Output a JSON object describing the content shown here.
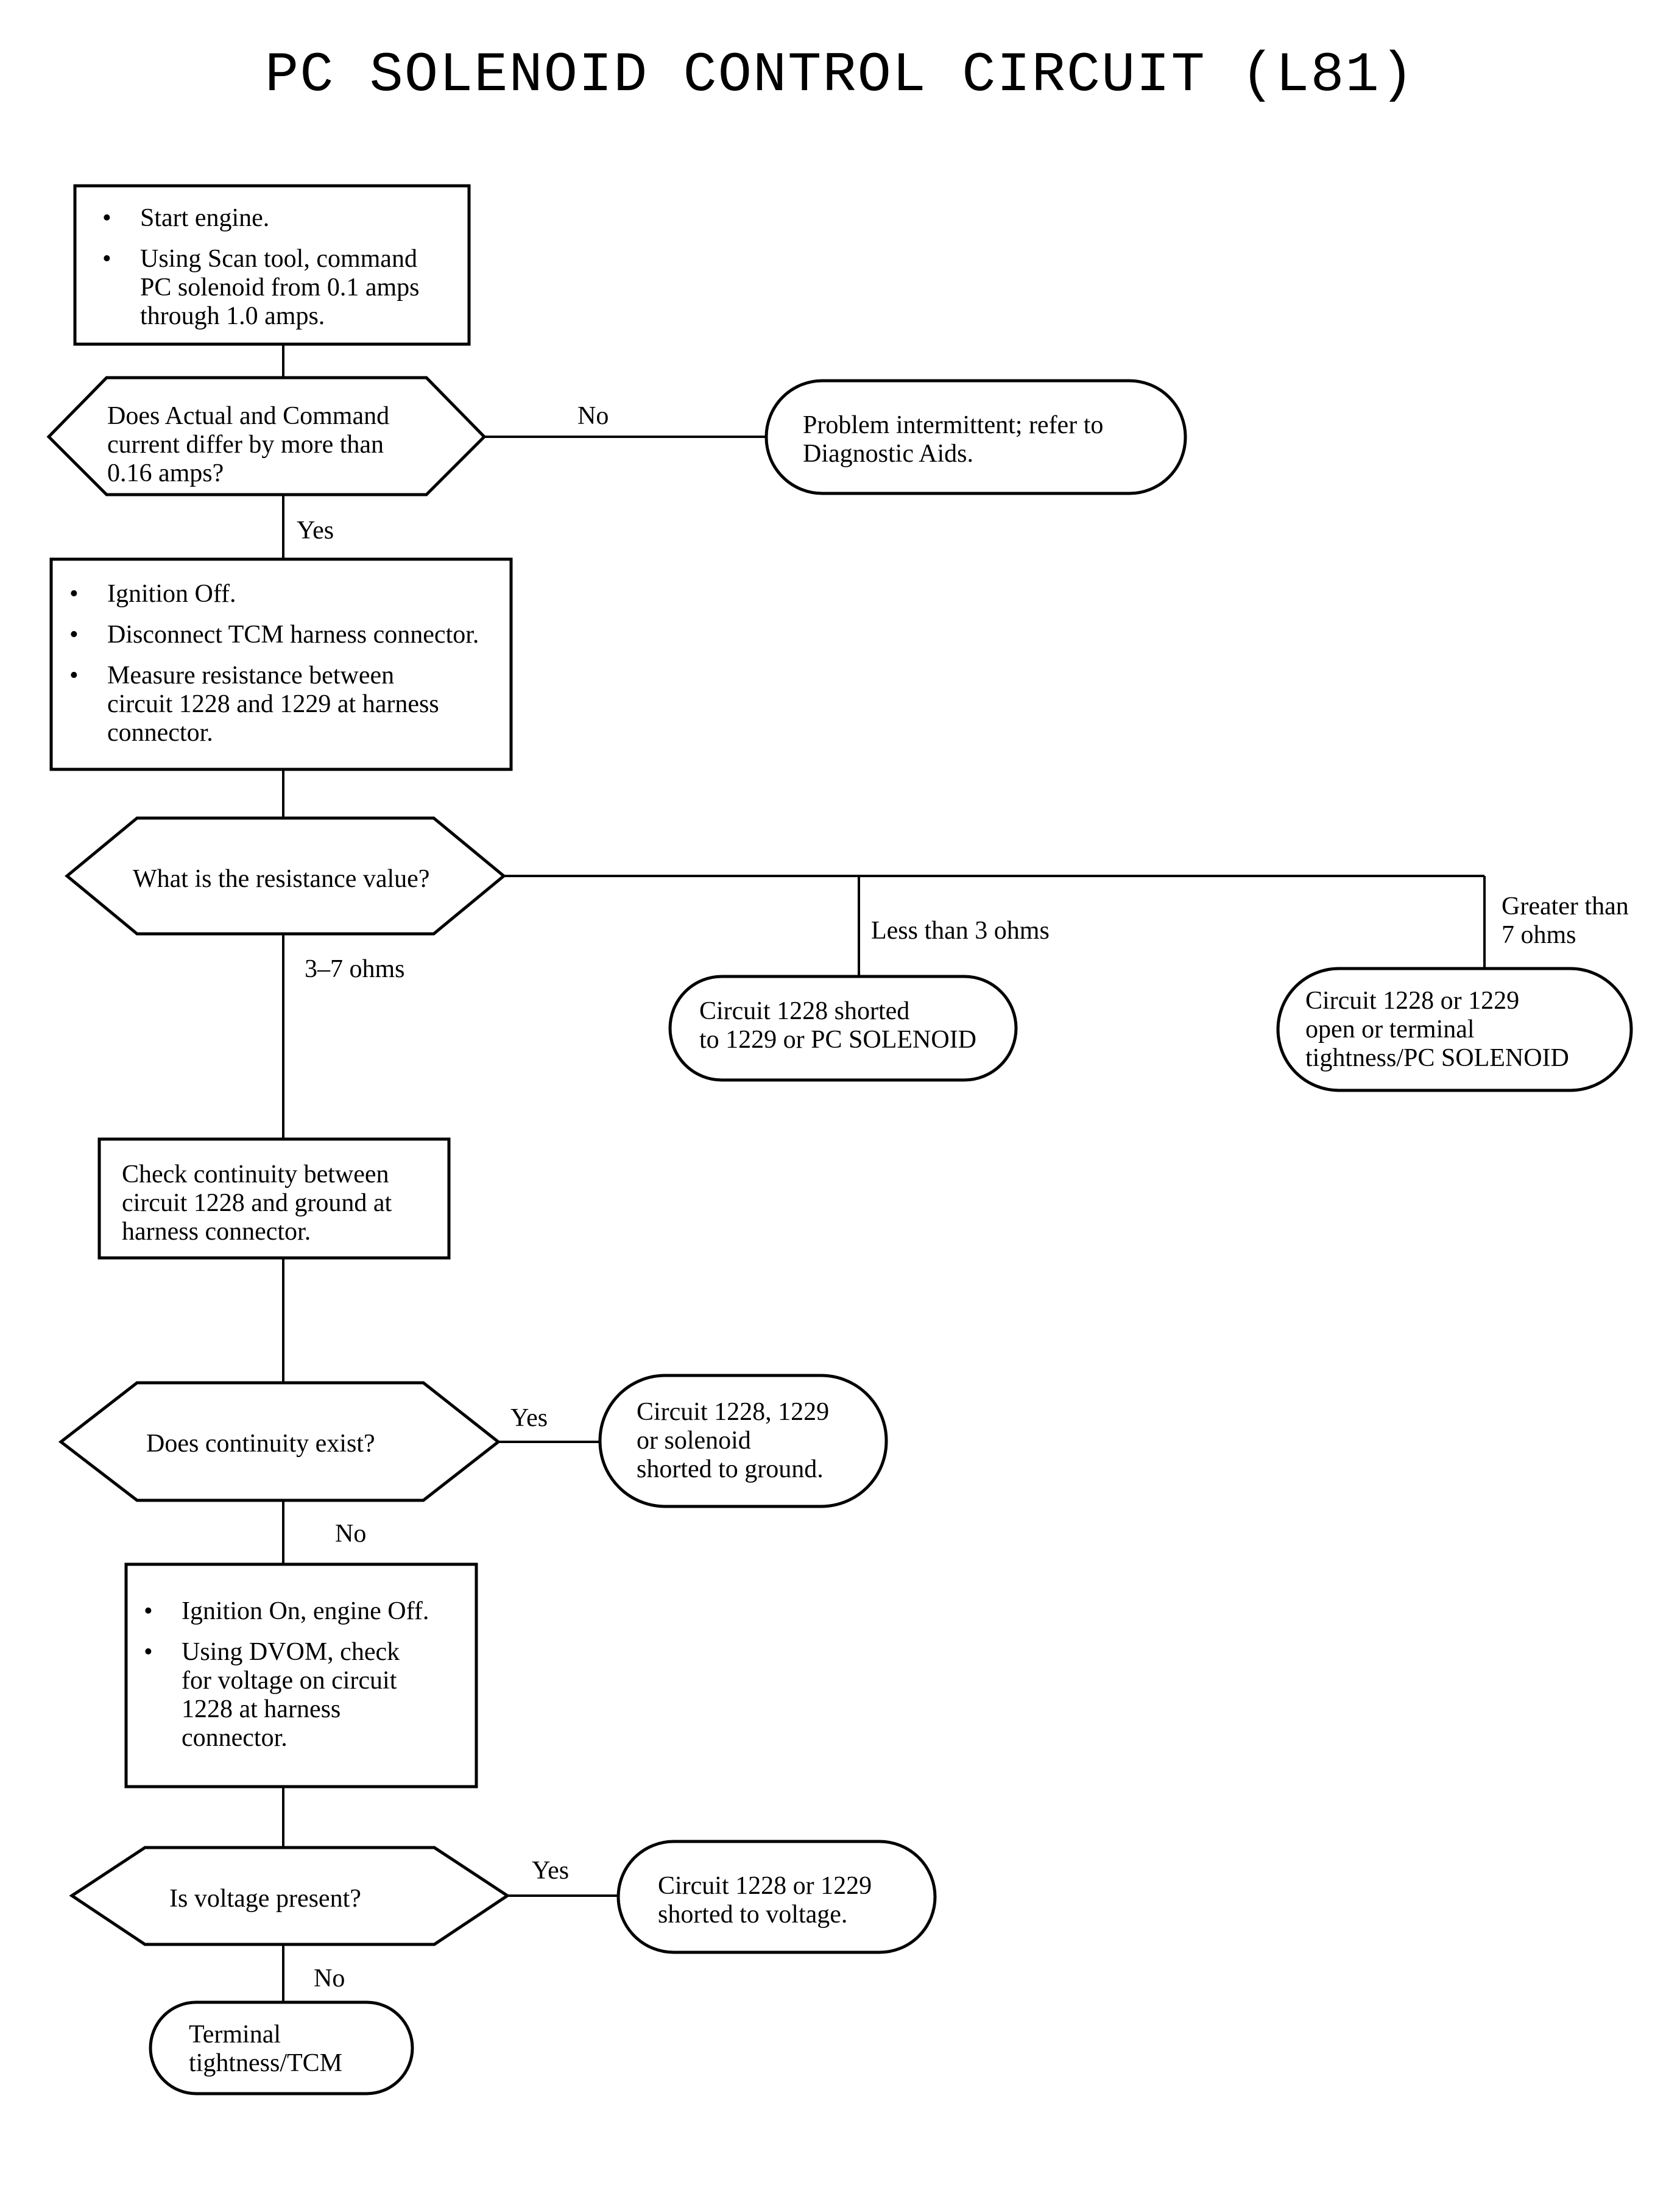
{
  "title": "PC SOLENOID CONTROL CIRCUIT (L81)",
  "steps": {
    "step1": {
      "bullets": [
        [
          "Start engine."
        ],
        [
          "Using Scan tool, command",
          "PC solenoid from 0.1 amps",
          "through 1.0 amps."
        ]
      ]
    },
    "q1": {
      "lines": [
        "Does Actual and Command",
        "current differ by more than",
        "0.16 amps?"
      ]
    },
    "q1_no_result": {
      "lines": [
        "Problem intermittent; refer to",
        "Diagnostic Aids."
      ]
    },
    "step2": {
      "bullets": [
        [
          "Ignition Off."
        ],
        [
          "Disconnect TCM harness connector."
        ],
        [
          "Measure resistance between",
          "circuit 1228 and 1229 at harness",
          "connector."
        ]
      ]
    },
    "q2": {
      "lines": [
        "What is the resistance value?"
      ]
    },
    "q2_low_result": {
      "lines": [
        "Circuit 1228 shorted",
        "to 1229 or PC SOLENOID"
      ]
    },
    "q2_high_result": {
      "lines": [
        "Circuit 1228 or 1229",
        "open or terminal",
        "tightness/PC SOLENOID"
      ]
    },
    "step3": {
      "lines": [
        "Check continuity between",
        "circuit 1228 and ground at",
        "harness connector."
      ]
    },
    "q3": {
      "lines": [
        "Does continuity exist?"
      ]
    },
    "q3_yes_result": {
      "lines": [
        "Circuit 1228, 1229",
        "or solenoid",
        "shorted to ground."
      ]
    },
    "step4": {
      "bullets": [
        [
          "Ignition On, engine  Off."
        ],
        [
          "Using DVOM, check",
          "for voltage on circuit",
          "1228 at harness",
          "connector."
        ]
      ]
    },
    "q4": {
      "lines": [
        "Is voltage present?"
      ]
    },
    "q4_yes_result": {
      "lines": [
        "Circuit 1228 or 1229",
        "shorted to voltage."
      ]
    },
    "q4_no_result": {
      "lines": [
        "Terminal",
        "tightness/TCM"
      ]
    }
  },
  "labels": {
    "q1_no": "No",
    "q1_yes": "Yes",
    "q2_mid": "3–7 ohms",
    "q2_low": "Less than 3 ohms",
    "q2_high": [
      "Greater than",
      "7 ohms"
    ],
    "q3_yes": "Yes",
    "q3_no": "No",
    "q4_yes": "Yes",
    "q4_no": "No"
  },
  "bullet_glyph": "•"
}
